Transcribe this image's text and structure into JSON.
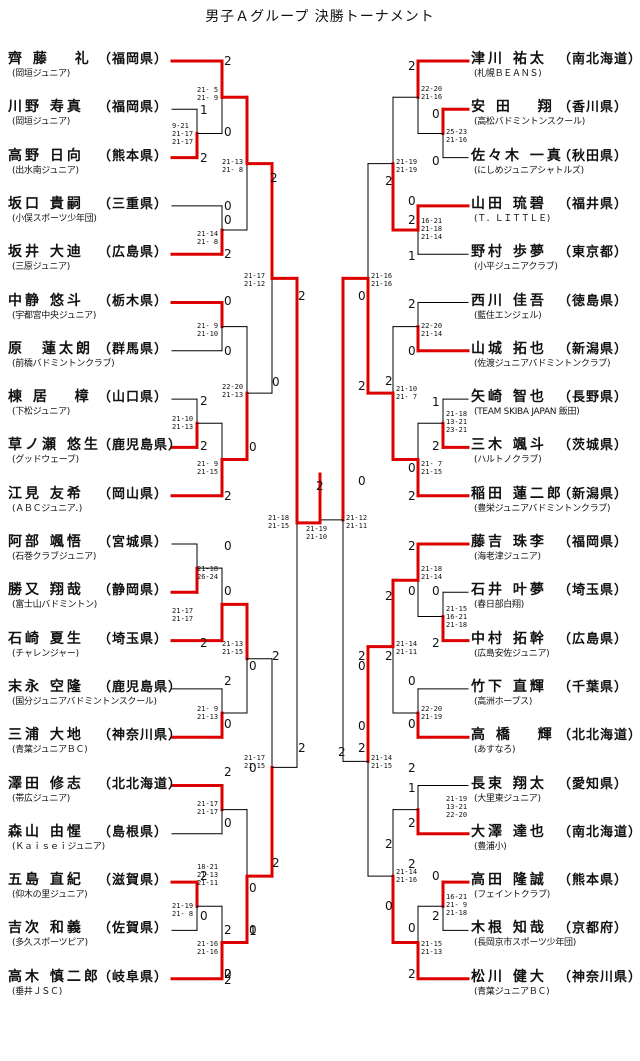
{
  "title": "男子Ａグループ 決勝トーナメント",
  "colors": {
    "win": "#dd0000",
    "line": "#000000"
  },
  "left_players": [
    {
      "name": "齊 藤　 礼",
      "pref": "（福岡県）",
      "club": "(岡垣ジュニア)"
    },
    {
      "name": "川野 寿真",
      "pref": "（福岡県）",
      "club": "(岡垣ジュニア)"
    },
    {
      "name": "高野 日向",
      "pref": "（熊本県）",
      "club": "(出水南ジュニア)"
    },
    {
      "name": "坂口 貴嗣",
      "pref": "（三重県）",
      "club": "(小俣スポーツ少年団)"
    },
    {
      "name": "坂井 大迪",
      "pref": "（広島県）",
      "club": "(三原ジュニア)"
    },
    {
      "name": "中静 悠斗",
      "pref": "（栃木県）",
      "club": "(宇都宮中央ジュニア)"
    },
    {
      "name": "原　蓮太朗",
      "pref": "（群馬県）",
      "club": "(前橋バドミントンクラブ)"
    },
    {
      "name": "棟 居　 樟",
      "pref": "（山口県）",
      "club": "(下松ジュニア)"
    },
    {
      "name": "草ノ瀬 悠生",
      "pref": "（鹿児島県）",
      "club": "(グッドウェーブ)"
    },
    {
      "name": "江見 友希",
      "pref": "（岡山県）",
      "club": "(ＡＢＣジュニア．)"
    },
    {
      "name": "阿部 颯悟",
      "pref": "（宮城県）",
      "club": "(石巻クラブジュニア)"
    },
    {
      "name": "勝又 翔哉",
      "pref": "（静岡県）",
      "club": "(富士山バドミントン)"
    },
    {
      "name": "石崎 夏生",
      "pref": "（埼玉県）",
      "club": "(チャレンジャー)"
    },
    {
      "name": "末永 空隆",
      "pref": "（鹿児島県）",
      "club": "(国分ジュニアバドミントンスクール)"
    },
    {
      "name": "三浦 大地",
      "pref": "（神奈川県）",
      "club": "(青葉ジュニアＢＣ)"
    },
    {
      "name": "澤田 修志",
      "pref": "（北北海道）",
      "club": "(帯広ジュニア)"
    },
    {
      "name": "森山 由惺",
      "pref": "（島根県）",
      "club": "(Ｋａｉｓｅｉジュニア)"
    },
    {
      "name": "五島 直紀",
      "pref": "（滋賀県）",
      "club": "(仰木の里ジュニア)"
    },
    {
      "name": "吉次 和義",
      "pref": "（佐賀県）",
      "club": "(多久スポーツピア)"
    },
    {
      "name": "高木 慎二郎",
      "pref": "（岐阜県）",
      "club": "(垂井ＪＳＣ)"
    }
  ],
  "right_players": [
    {
      "name": "津川 祐太",
      "pref": "（南北海道）",
      "club": "(札幌ＢＥＡＮＳ)"
    },
    {
      "name": "安 田　 翔",
      "pref": "（香川県）",
      "club": "(高松バドミントンスクール)"
    },
    {
      "name": "佐々木 一真",
      "pref": "（秋田県）",
      "club": "(にしめジュニアシャトルズ)"
    },
    {
      "name": "山田 琉碧",
      "pref": "（福井県）",
      "club": "(Ｔ．ＬＩＴＴＬＥ)"
    },
    {
      "name": "野村 歩夢",
      "pref": "（東京都）",
      "club": "(小平ジュニアクラブ)"
    },
    {
      "name": "西川 佳吾",
      "pref": "（徳島県）",
      "club": "(藍住エンジェル)"
    },
    {
      "name": "山城 拓也",
      "pref": "（新潟県）",
      "club": "(佐渡ジュニアバドミントンクラブ)"
    },
    {
      "name": "矢崎 智也",
      "pref": "（長野県）",
      "club": "(TEAM SKIBA JAPAN 飯田)"
    },
    {
      "name": "三木 颯斗",
      "pref": "（茨城県）",
      "club": "(ハルトノクラブ)"
    },
    {
      "name": "稲田 蓮二郎",
      "pref": "（新潟県）",
      "club": "(豊栄ジュニアバドミントンクラブ)"
    },
    {
      "name": "藤吉 珠李",
      "pref": "（福岡県）",
      "club": "(海老津ジュニア)"
    },
    {
      "name": "石井 叶夢",
      "pref": "（埼玉県）",
      "club": "(春日部白翔)"
    },
    {
      "name": "中村 拓幹",
      "pref": "（広島県）",
      "club": "(広島安佐ジュニア)"
    },
    {
      "name": "竹下 直輝",
      "pref": "（千葉県）",
      "club": "(高洲ホープス)"
    },
    {
      "name": "高 橋　 輝",
      "pref": "（北北海道）",
      "club": "(あすなろ)"
    },
    {
      "name": "長束 翔太",
      "pref": "（愛知県）",
      "club": "(大里東ジュニア)"
    },
    {
      "name": "大澤 達也",
      "pref": "（南北海道）",
      "club": "(豊浦小)"
    },
    {
      "name": "高田 隆誠",
      "pref": "（熊本県）",
      "club": "(フェイントクラブ)"
    },
    {
      "name": "木根 知哉",
      "pref": "（京都府）",
      "club": "(長岡京市スポーツ少年団)"
    },
    {
      "name": "松川 健大",
      "pref": "（神奈川県）",
      "club": "(青葉ジュニアＢＣ)"
    }
  ],
  "scores": [
    {
      "id": "L1",
      "text": "21- 5\n21- 9"
    },
    {
      "id": "L2",
      "text": "9-21\n21-17\n21-17"
    },
    {
      "id": "L3",
      "text": "21-13\n21- 8"
    },
    {
      "id": "L4",
      "text": "21-14\n21- 8"
    },
    {
      "id": "L5",
      "text": "21- 9\n21-10"
    },
    {
      "id": "L6",
      "text": "22-20\n21-13"
    },
    {
      "id": "L7",
      "text": "21-10\n21-13"
    },
    {
      "id": "L8",
      "text": "21- 9\n21-15"
    },
    {
      "id": "L9",
      "text": "21-17\n21-12"
    },
    {
      "id": "L10",
      "text": "21-18\n26-24"
    },
    {
      "id": "L11",
      "text": "21-17\n21-17"
    },
    {
      "id": "L12",
      "text": "21-13\n21-15"
    },
    {
      "id": "L13",
      "text": "21- 9\n21-13"
    },
    {
      "id": "L14",
      "text": "21-17\n21-17"
    },
    {
      "id": "L15",
      "text": "18-21\n21-13\n21-11"
    },
    {
      "id": "L16",
      "text": "21-19\n21- 8"
    },
    {
      "id": "L17",
      "text": "21-16\n21-16"
    },
    {
      "id": "L18",
      "text": "21-17\n21-15"
    },
    {
      "id": "L19",
      "text": "21-18\n21-15"
    },
    {
      "id": "F",
      "text": "21-19\n21-10"
    },
    {
      "id": "R1",
      "text": "22-20\n21-16"
    },
    {
      "id": "R2",
      "text": "25-23\n21-16"
    },
    {
      "id": "R3",
      "text": "21-19\n21-19"
    },
    {
      "id": "R4",
      "text": "16-21\n21-18\n21-14"
    },
    {
      "id": "R5",
      "text": "21-16\n21-16"
    },
    {
      "id": "R6",
      "text": "22-20\n21-14"
    },
    {
      "id": "R7",
      "text": "21-18\n13-21\n23-21"
    },
    {
      "id": "R8",
      "text": "21-10\n21- 7"
    },
    {
      "id": "R9",
      "text": "21- 7\n21-15"
    },
    {
      "id": "R10",
      "text": "21-12\n21-11"
    },
    {
      "id": "R11",
      "text": "21-18\n21-14"
    },
    {
      "id": "R12",
      "text": "21-15\n16-21\n21-18"
    },
    {
      "id": "R13",
      "text": "21-14\n21-11"
    },
    {
      "id": "R14",
      "text": "22-20\n21-19"
    },
    {
      "id": "R15",
      "text": "21-14\n21-15"
    },
    {
      "id": "R16",
      "text": "21-19\n13-21\n22-20"
    },
    {
      "id": "R17",
      "text": "21-14\n21-16"
    },
    {
      "id": "R18",
      "text": "16-21\n21- 9\n21-18"
    },
    {
      "id": "R19",
      "text": "21-15\n21-13"
    }
  ],
  "marks": [
    {
      "id": "m1",
      "text": "2"
    },
    {
      "id": "m2",
      "text": "1"
    },
    {
      "id": "m3",
      "text": "0"
    },
    {
      "id": "m4",
      "text": "2"
    },
    {
      "id": "m5",
      "text": "2"
    },
    {
      "id": "m6",
      "text": "0"
    },
    {
      "id": "m7",
      "text": "0"
    },
    {
      "id": "m8",
      "text": "2"
    },
    {
      "id": "m9",
      "text": "2"
    },
    {
      "id": "m10",
      "text": "0"
    },
    {
      "id": "m11",
      "text": "0"
    },
    {
      "id": "m12",
      "text": "0"
    },
    {
      "id": "m13",
      "text": "2"
    },
    {
      "id": "m14",
      "text": "2"
    },
    {
      "id": "m15",
      "text": "0"
    },
    {
      "id": "m16",
      "text": "2"
    },
    {
      "id": "m17",
      "text": "2"
    },
    {
      "id": "m18",
      "text": "0"
    },
    {
      "id": "m19",
      "text": "0"
    },
    {
      "id": "m20",
      "text": "2"
    },
    {
      "id": "m21",
      "text": "0"
    },
    {
      "id": "m22",
      "text": "2"
    },
    {
      "id": "m23",
      "text": "0"
    },
    {
      "id": "m24",
      "text": "2"
    },
    {
      "id": "m25",
      "text": "0"
    },
    {
      "id": "m26",
      "text": "2"
    },
    {
      "id": "m27",
      "text": "0"
    },
    {
      "id": "m28",
      "text": "2"
    },
    {
      "id": "m29",
      "text": "2"
    },
    {
      "id": "m30",
      "text": "0"
    },
    {
      "id": "m31",
      "text": "1"
    },
    {
      "id": "m32",
      "text": "0"
    },
    {
      "id": "m33",
      "text": "2"
    },
    {
      "id": "m34",
      "text": "2"
    },
    {
      "id": "m35",
      "text": "2"
    },
    {
      "id": "m36",
      "text": "0"
    },
    {
      "id": "m37",
      "text": "2"
    },
    {
      "id": "m38",
      "text": "0"
    },
    {
      "id": "m39",
      "text": "2"
    },
    {
      "id": "m40",
      "text": "0"
    },
    {
      "id": "m41",
      "text": "0"
    },
    {
      "id": "m42",
      "text": "2"
    },
    {
      "id": "m43",
      "text": "0"
    },
    {
      "id": "m44",
      "text": "2"
    },
    {
      "id": "m45",
      "text": "1"
    },
    {
      "id": "m46",
      "text": "0"
    },
    {
      "id": "m47",
      "text": "2"
    },
    {
      "id": "m48",
      "text": "2"
    },
    {
      "id": "m49",
      "text": "0"
    },
    {
      "id": "m50",
      "text": "2"
    },
    {
      "id": "m51",
      "text": "1"
    },
    {
      "id": "m52",
      "text": "2"
    },
    {
      "id": "m53",
      "text": "0"
    },
    {
      "id": "m54",
      "text": "2"
    },
    {
      "id": "m55",
      "text": "0"
    },
    {
      "id": "m56",
      "text": "2"
    },
    {
      "id": "m57",
      "text": "0"
    },
    {
      "id": "m58",
      "text": "2"
    },
    {
      "id": "m59",
      "text": "0"
    },
    {
      "id": "m60",
      "text": "2"
    },
    {
      "id": "m61",
      "text": "2"
    },
    {
      "id": "m62",
      "text": "0"
    },
    {
      "id": "m63",
      "text": "0"
    },
    {
      "id": "m64",
      "text": "2"
    },
    {
      "id": "m65",
      "text": "1"
    },
    {
      "id": "m66",
      "text": "2"
    },
    {
      "id": "m67",
      "text": "0"
    },
    {
      "id": "m68",
      "text": "2"
    },
    {
      "id": "m69",
      "text": "0"
    },
    {
      "id": "m70",
      "text": "2"
    },
    {
      "id": "m71",
      "text": "0"
    },
    {
      "id": "m72",
      "text": "2"
    },
    {
      "id": "m73",
      "text": "2"
    },
    {
      "id": "m74",
      "text": "2"
    },
    {
      "id": "m75",
      "text": "0"
    },
    {
      "id": "m76",
      "text": "2"
    },
    {
      "id": "m77",
      "text": "0"
    },
    {
      "id": "m78",
      "text": "2"
    }
  ]
}
